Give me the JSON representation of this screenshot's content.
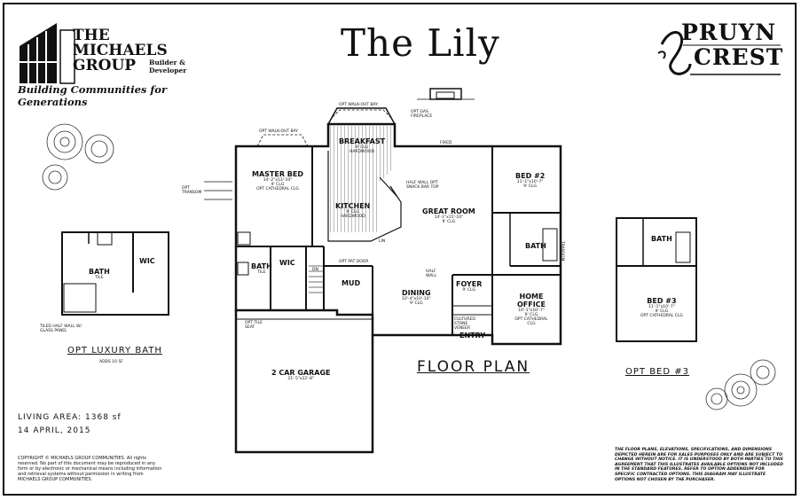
{
  "header": {
    "builder_line1": "THE",
    "builder_line2": "MICHAELS",
    "builder_line3": "GROUP",
    "builder_role": "Builder & Developer",
    "builder_tagline": "Building Communities for Generations",
    "plan_title": "The Lily",
    "community_line1": "PRUYN",
    "community_line2": "CREST"
  },
  "rooms": {
    "master_bed": {
      "name": "MASTER BED",
      "dims": "14'-2\"x13'-10\"",
      "ceiling": "9' CLG",
      "note": "OPT CATHEDRAL CLG"
    },
    "breakfast": {
      "name": "BREAKFAST",
      "ceiling": "9' CLG",
      "floor": "HARDWOOD"
    },
    "kitchen": {
      "name": "KITCHEN",
      "ceiling": "9' CLG",
      "floor": "HARDWOOD"
    },
    "great_room": {
      "name": "GREAT ROOM",
      "dims": "14'-1\"x15'-10\"",
      "ceiling": "9' CLG"
    },
    "bed2": {
      "name": "BED #2",
      "dims": "11'-1\"x10'-7\"",
      "ceiling": "9' CLG"
    },
    "bath_main": {
      "name": "BATH"
    },
    "bath_master": {
      "name": "BATH",
      "floor": "TILE"
    },
    "wic": {
      "name": "WIC"
    },
    "mud": {
      "name": "MUD"
    },
    "dining": {
      "name": "DINING",
      "dims": "10'-4\"x10'-10\"",
      "ceiling": "9' CLG"
    },
    "foyer": {
      "name": "FOYER",
      "ceiling": "9' CLG"
    },
    "home_office": {
      "name": "HOME OFFICE",
      "dims": "10'-1\"x10'-7\"",
      "ceiling": "9' CLG",
      "note": "OPT CATHEDRAL CLG"
    },
    "entry": {
      "name": "ENTRY"
    },
    "garage": {
      "name": "2 CAR GARAGE",
      "dims": "21'-5\"x22'-8\""
    },
    "lux_bath": {
      "name": "BATH",
      "floor": "TILE"
    },
    "lux_wic": {
      "name": "WIC"
    },
    "bed3": {
      "name": "BED #3",
      "dims": "11'-1\"x10'-7\"",
      "ceiling": "9' CLG",
      "note": "OPT CATHEDRAL CLG"
    },
    "bed3_bath": {
      "name": "BATH"
    }
  },
  "notes": {
    "opt_walkout_bay_1": "OPT WALK-OUT BAY",
    "opt_walkout_bay_2": "OPT WALK-OUT BAY",
    "opt_gas_fireplace": "OPT GAS FIREPLACE",
    "fixed": "FIXED",
    "opt_transom": "OPT TRANSOM",
    "half_wall_snack": "HALF WALL OPT SNACK BAR TOP",
    "half_wall": "HALF WALL",
    "opt_pat_door": "OPT PAT DOOR",
    "cultured_stone": "CULTURED STONE VENEER",
    "opt_tile_seat": "OPT TILE SEAT",
    "tiled_half_wall": "TILED HALF WALL W/ GLASS PANEL",
    "transom": "TRANSOM",
    "lin": "LIN",
    "dn": "DN",
    "adds": "ADDS 10 SF"
  },
  "captions": {
    "floor_plan": "FLOOR PLAN",
    "opt_luxury_bath": "OPT LUXURY BATH",
    "opt_bed3": "OPT BED #3"
  },
  "info": {
    "living_area": "LIVING AREA: 1368 sf",
    "date": "14 APRIL, 2015",
    "copyright": "COPYRIGHT © MICHAELS GROUP COMMUNITIES. All rights reserved. No part of this document may be reproduced in any form or by electronic or mechanical means including information and retrieval systems without permission in writing from MICHAELS GROUP COMMUNITIES.",
    "disclaimer": "THE FLOOR PLANS, ELEVATIONS, SPECIFICATIONS, AND DIMENSIONS DEPICTED HEREIN ARE FOR SALES PURPOSES ONLY AND ARE SUBJECT TO CHANGE WITHOUT NOTICE. IT IS UNDERSTOOD BY BOTH PARTIES TO THIS AGREEMENT THAT THIS ILLUSTRATES AVAILABLE OPTIONS NOT INCLUDED IN THE STANDARD FEATURES. REFER TO OPTION ADDENDUM FOR SPECIFIC CONTRACTED OPTIONS. THIS DIAGRAM MAY ILLUSTRATE OPTIONS NOT CHOSEN BY THE PURCHASER."
  },
  "colors": {
    "ink": "#111111",
    "floor_hatch": "#777777",
    "paper": "#ffffff"
  }
}
